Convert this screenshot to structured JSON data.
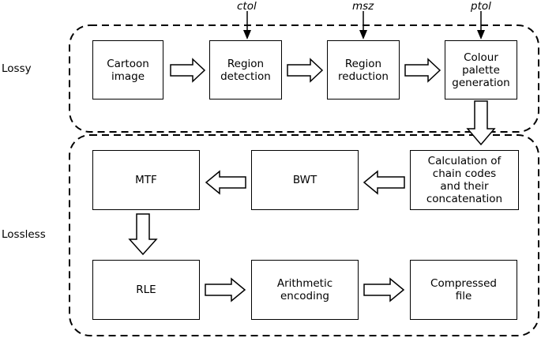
{
  "sections": {
    "lossy": "Lossy",
    "lossless": "Lossless"
  },
  "parameters": {
    "ctol": "ctol",
    "msz": "msz",
    "ptol": "ptol"
  },
  "lossy_steps": {
    "cartoon_image": "Cartoon\nimage",
    "region_detection": "Region\ndetection",
    "region_reduction": "Region\nreduction",
    "palette_generation": "Colour\npalette\ngeneration"
  },
  "lossless_steps": {
    "chain_codes": "Calculation of\nchain codes\nand their\nconcatenation",
    "bwt": "BWT",
    "mtf": "MTF",
    "rle": "RLE",
    "arithmetic": "Arithmetic\nencoding",
    "compressed": "Compressed\nfile"
  }
}
